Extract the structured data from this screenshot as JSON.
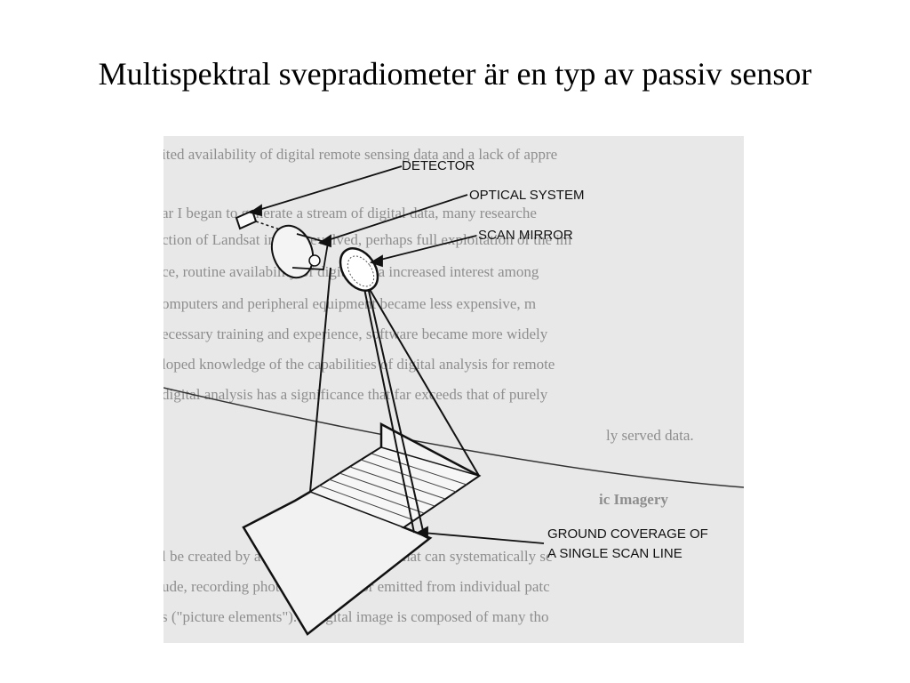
{
  "slide": {
    "title": "Multispektral svepradiometer är en typ av passiv sensor"
  },
  "diagram": {
    "labels": {
      "detector": "DETECTOR",
      "optical_system": "OPTICAL SYSTEM",
      "scan_mirror": "SCAN MIRROR",
      "ground_coverage_line1": "GROUND COVERAGE OF",
      "ground_coverage_line2": "A SINGLE SCAN LINE"
    },
    "background_text": [
      "ited availability of digital remote sensing data and a lack of appre",
      "ar I began to generate a stream of digital data, many researche",
      "ction of Landsat images evolved, perhaps full exploitation of the im",
      "ce, routine availability of digital data increased interest among",
      "omputers and peripheral equipment became less expensive, m",
      "ecessary training and experience, software became more widely",
      "loped knowledge of the capabilities of digital analysis for remote",
      "digital analysis has a significance that far exceeds that of purely",
      "ly served data.",
      "ic Imagery",
      "l be created by a family of instruments that can systematically sc",
      "ude, recording photons reflected or emitted from individual patc",
      "s (\"picture elements\"). A digital image is composed of many tho"
    ]
  }
}
